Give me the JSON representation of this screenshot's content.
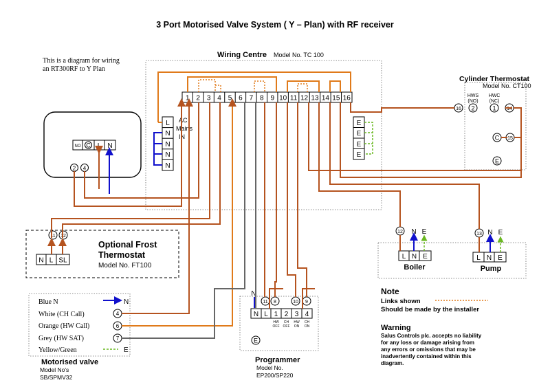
{
  "title": "3 Port Motorised Valve System ( Y – Plan) with RF receiver",
  "intro_note": [
    "This is a diagram for wiring",
    "an RT300RF to Y Plan"
  ],
  "wiring_centre": {
    "title": "Wiring Centre",
    "model": "Model No. TC 100",
    "terminals": [
      "1",
      "2",
      "3",
      "4",
      "5",
      "6",
      "7",
      "8",
      "9",
      "10",
      "11",
      "12",
      "13",
      "14",
      "15",
      "16"
    ],
    "mains_terminals": [
      "L",
      "N",
      "N",
      "N",
      "N"
    ],
    "mains_label": [
      "AC",
      "Mains",
      "IN"
    ],
    "earth_terminals": [
      "E",
      "E",
      "E",
      "E"
    ]
  },
  "receiver": {
    "terminals": [
      "NO",
      "C",
      "L",
      "N"
    ],
    "numbers": [
      "2",
      "4"
    ]
  },
  "cylinder_thermostat": {
    "title": "Cylinder Thermostat",
    "model": "Model No. CT100",
    "hws": [
      "HWS",
      "(NO)"
    ],
    "hwc": [
      "HWC",
      "(NC)"
    ],
    "terminals": [
      "2",
      "1",
      "C",
      "E"
    ],
    "numbers": [
      "16",
      "14",
      "15"
    ]
  },
  "frost_thermostat": {
    "title": [
      "Optional Frost",
      "Thermostat"
    ],
    "model": "Model No. FT100",
    "terminals": [
      "N",
      "L",
      "SL"
    ],
    "numbers": [
      "11",
      "12"
    ]
  },
  "boiler": {
    "label": "Boiler",
    "terminals": [
      "L",
      "N",
      "E"
    ],
    "number": "12",
    "N": "N",
    "E": "E"
  },
  "pump": {
    "label": "Pump",
    "terminals": [
      "L",
      "N",
      "E"
    ],
    "number": "13",
    "N": "N",
    "E": "E"
  },
  "motorised_valve": {
    "title": "Motorised valve",
    "model": [
      "Model No's",
      "SB/SPMV32"
    ],
    "wires": [
      {
        "label": "Blue N",
        "end": "N"
      },
      {
        "label": "White (CH Call)",
        "end": "4"
      },
      {
        "label": "Orange (HW Call)",
        "end": "6"
      },
      {
        "label": "Grey (HW SAT)",
        "end": "7"
      },
      {
        "label": "Yellow/Green",
        "end": "E"
      }
    ]
  },
  "programmer": {
    "title": "Programmer",
    "model": [
      "Model No.",
      "EP200/SP220"
    ],
    "terminals": [
      "N",
      "L",
      "1",
      "2",
      "3",
      "4"
    ],
    "sublabels": [
      [
        "HW",
        "OFF"
      ],
      [
        "CH",
        "OFF"
      ],
      [
        "HW",
        "ON"
      ],
      [
        "CH",
        "ON"
      ]
    ],
    "numbers": [
      "11",
      "8",
      "10",
      "9"
    ],
    "N": "N",
    "earth": "E"
  },
  "note": {
    "title": "Note",
    "links_shown": "Links shown",
    "made_by": "Should be made by the installer"
  },
  "warning": {
    "title": "Warning",
    "lines": [
      "Salus Controls plc. accepts no liability",
      "for any loss or damage arising from",
      "any errors or omissions that may be",
      "inadvertently contained within this",
      "diagram."
    ]
  },
  "colors": {
    "brown": "#b5531f",
    "orange": "#e07a1a",
    "grey": "#666666",
    "blue": "#1010cc",
    "green": "#6ab821"
  }
}
